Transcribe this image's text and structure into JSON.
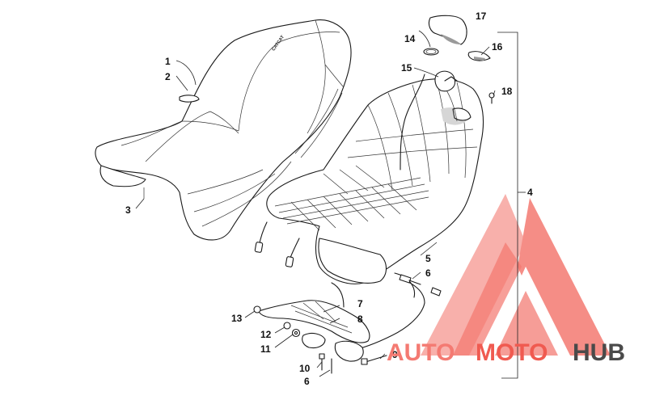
{
  "callouts": {
    "c1": "1",
    "c2": "2",
    "c3": "3",
    "c4": "4",
    "c5": "5",
    "c6a": "6",
    "c6b": "6",
    "c7": "7",
    "c8": "8",
    "c9": "9",
    "c10": "10",
    "c11": "11",
    "c12": "12",
    "c13": "13",
    "c14": "14",
    "c15": "15",
    "c16": "16",
    "c17": "17",
    "c18": "18"
  },
  "seat_logo": "CATCAT",
  "watermark": {
    "part1": "AUTO",
    "part2": "MOTO",
    "part3": "HUB",
    "color_light": "#f47a72",
    "color_mid": "#f05a50",
    "color_dark": "#4a4a4a"
  }
}
